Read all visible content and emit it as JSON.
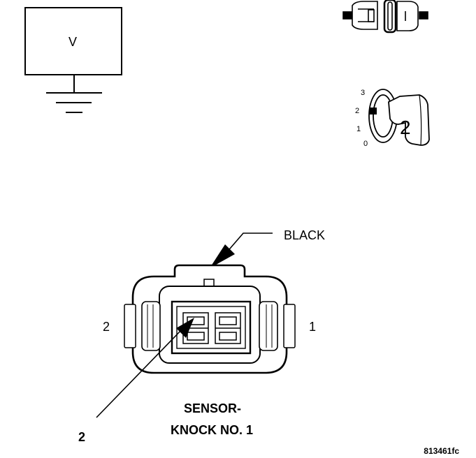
{
  "voltmeter": {
    "symbol": "V"
  },
  "ignition": {
    "positions": [
      "3",
      "2",
      "1",
      "0"
    ],
    "selected": "2"
  },
  "connector": {
    "color_label": "BLACK",
    "pin_left": "2",
    "pin_right": "1",
    "probe_pin": "2",
    "name_line1": "SENSOR-",
    "name_line2": "KNOCK NO. 1"
  },
  "figure_id": "813461fc"
}
